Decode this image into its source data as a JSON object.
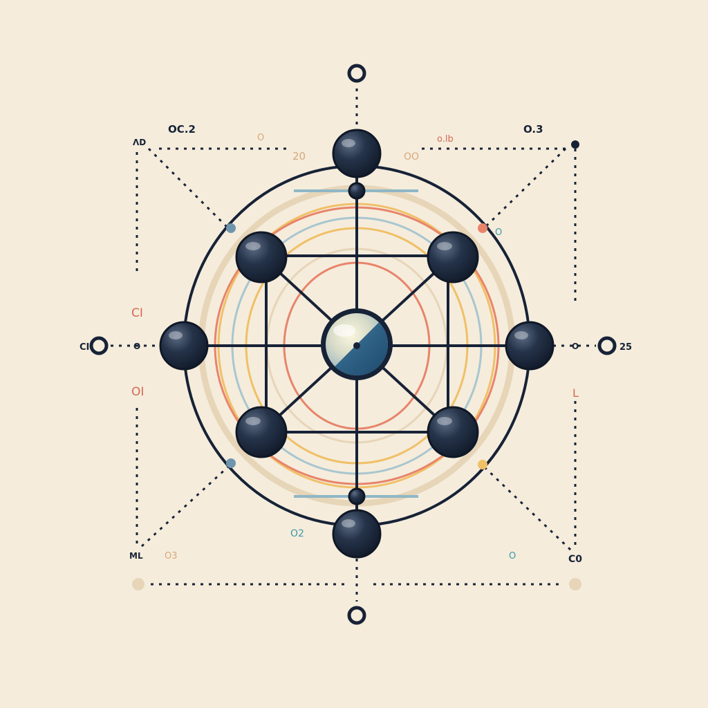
{
  "colors": {
    "background": "#f5ecdc",
    "ink": "#172236",
    "node_fill": "#1e2a3c",
    "accent_red": "#e8846a",
    "accent_yellow": "#f0c067",
    "accent_blue": "#8fb7c6",
    "accent_tan": "#e7d5b8",
    "label_red": "#d46a52",
    "label_teal": "#3a9aa8",
    "label_tan": "#d9a879"
  },
  "labels": {
    "top_left_small": "ΛD",
    "top_left": "OC.2",
    "top_left_o": "O",
    "top_mid_left": "20",
    "top_mid_right_o": "OO",
    "top_right_red": "o.lb",
    "top_right": "O.3",
    "right_small_o": "O",
    "left_red_ci": "CI",
    "left_o": "CI",
    "left_o_small": "O",
    "left_red_oi": "OI",
    "right_25": "25",
    "right_o_small": "O",
    "right_l": "L",
    "bottom_02": "O2",
    "bottom_left_ml": "ML",
    "bottom_left_o3": "O3",
    "bottom_right_o": "O",
    "bottom_right_co": "C0"
  },
  "icons": {
    "center_node": "center-sphere-icon",
    "outer_node": "dark-sphere-icon",
    "terminal": "open-ring-icon"
  }
}
